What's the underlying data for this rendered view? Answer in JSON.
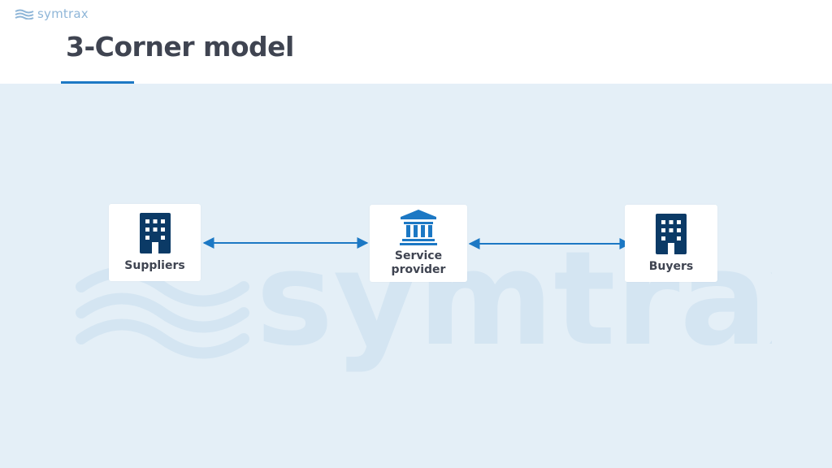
{
  "brand": {
    "name": "symtrax"
  },
  "page": {
    "title": "3-Corner model"
  },
  "watermark": {
    "text": "symtrax"
  },
  "nodes": {
    "suppliers": {
      "label": "Suppliers",
      "icon": "office-building-icon"
    },
    "service_provider": {
      "label_line1": "Service",
      "label_line2": "provider",
      "icon": "bank-icon"
    },
    "buyers": {
      "label": "Buyers",
      "icon": "office-building-icon"
    }
  },
  "colors": {
    "accent": "#1c78c4",
    "icon_dark": "#0b3a66",
    "text_dark": "#3f4451",
    "canvas_bg": "#e4eff7",
    "brand_light": "#8fb6d8"
  }
}
